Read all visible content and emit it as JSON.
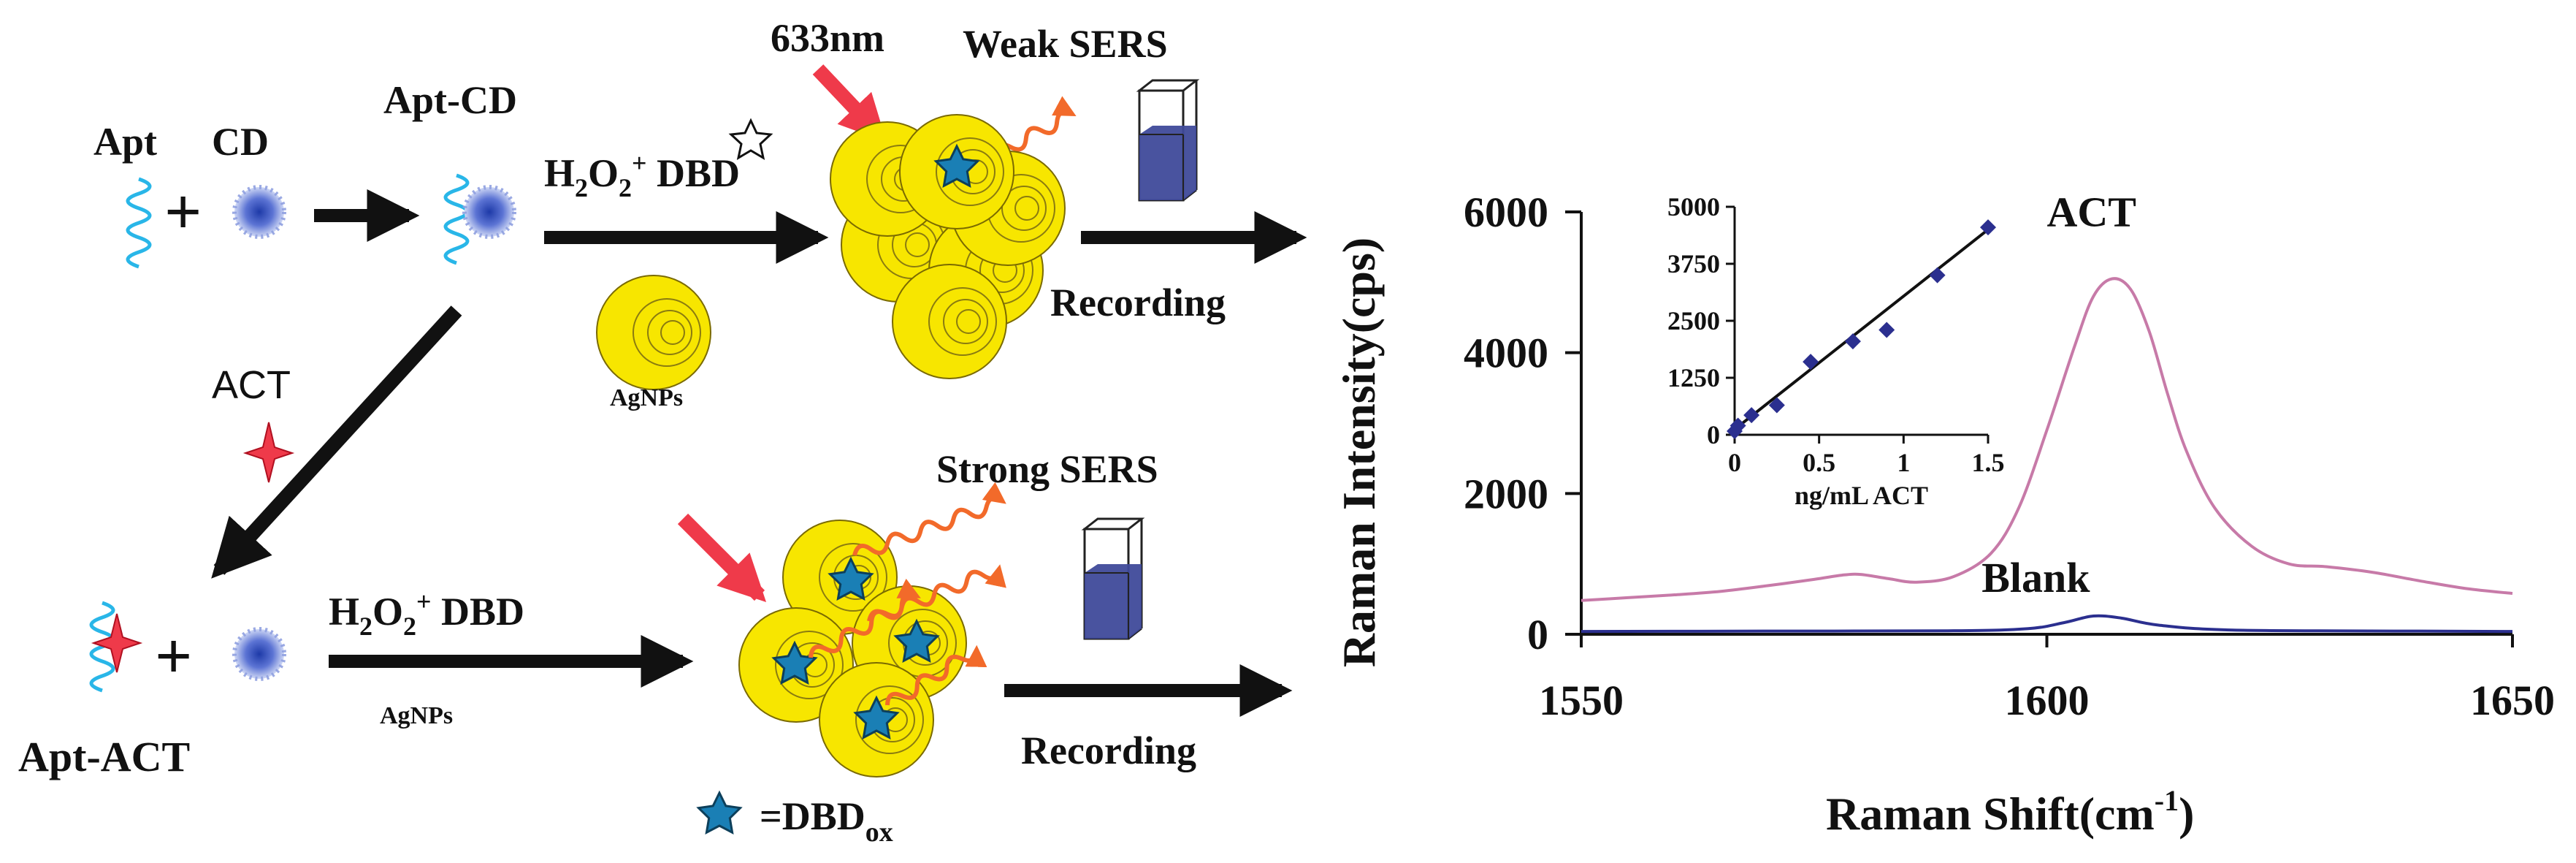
{
  "scheme": {
    "apt": "Apt",
    "cd": "CD",
    "apt_cd": "Apt-CD",
    "h2o2_dbd_top": {
      "main": "H",
      "sub1": "2",
      "mid": "O",
      "sub2": "2",
      "sup": "+",
      "tail": " DBD"
    },
    "agnps_top": "AgNPs",
    "laser": "633nm",
    "weak_sers": "Weak SERS",
    "recording_top": "Recording",
    "act": "ACT",
    "apt_act": "Apt-ACT",
    "h2o2_dbd_bottom": {
      "main": "H",
      "sub1": "2",
      "mid": "O",
      "sub2": "2",
      "sup": "+",
      "tail": "  DBD"
    },
    "agnps_bottom": "AgNPs",
    "strong_sers": "Strong SERS",
    "recording_bottom": "Recording",
    "legend": {
      "text": "=DBD",
      "sub": "ox"
    },
    "colors": {
      "aptamer": "#29b6e8",
      "cd": "#4a62c8",
      "agnp": "#f7e600",
      "star": "#1a7fb5",
      "laser": "#ef3a4a",
      "wave": "#f26a2a",
      "arrow": "#111111",
      "cuvette_liquid": "#3f4a9a"
    }
  },
  "chart_data": {
    "type": "line",
    "ylabel": "Raman Intensity(cps)",
    "xlabel_main": "Raman Shift(cm",
    "xlabel_sup": "-1",
    "xlabel_tail": ")",
    "xlim": [
      1550,
      1650
    ],
    "ylim": [
      0,
      6000
    ],
    "xticks": [
      1550,
      1600,
      1650
    ],
    "yticks": [
      0,
      2000,
      4000,
      6000
    ],
    "series": [
      {
        "name": "ACT",
        "color": "#c77aa8",
        "x": [
          1550,
          1555,
          1560,
          1565,
          1570,
          1575,
          1578,
          1580,
          1583,
          1586,
          1590,
          1594,
          1597,
          1600,
          1603,
          1605,
          1607,
          1609,
          1611,
          1613,
          1615,
          1618,
          1622,
          1626,
          1630,
          1635,
          1640,
          1645,
          1650
        ],
        "y": [
          480,
          520,
          560,
          610,
          690,
          780,
          840,
          850,
          790,
          740,
          820,
          1150,
          1800,
          2900,
          4100,
          4800,
          5050,
          4900,
          4300,
          3400,
          2600,
          1800,
          1250,
          1000,
          960,
          880,
          760,
          650,
          580
        ]
      },
      {
        "name": "Blank",
        "color": "#2b2f8f",
        "x": [
          1550,
          1570,
          1590,
          1598,
          1602,
          1605,
          1608,
          1612,
          1620,
          1640,
          1650
        ],
        "y": [
          40,
          45,
          50,
          80,
          170,
          260,
          230,
          130,
          60,
          45,
          40
        ]
      }
    ],
    "annotations": [
      "ACT",
      "Blank"
    ],
    "inset": {
      "type": "scatter",
      "xlabel": "ng/mL ACT",
      "xlim": [
        0,
        1.5
      ],
      "ylim": [
        0,
        5000
      ],
      "xticks": [
        "0",
        "0.5",
        "1",
        "1.5"
      ],
      "yticks": [
        "0",
        "1250",
        "2500",
        "3750",
        "5000"
      ],
      "x": [
        0,
        0.02,
        0.1,
        0.25,
        0.45,
        0.7,
        0.9,
        1.2,
        1.5
      ],
      "y": [
        80,
        200,
        430,
        650,
        1600,
        2050,
        2300,
        3500,
        4550
      ],
      "fit": {
        "x": [
          0,
          1.5
        ],
        "y": [
          120,
          4500
        ]
      },
      "marker_color": "#2b2f8f"
    }
  }
}
